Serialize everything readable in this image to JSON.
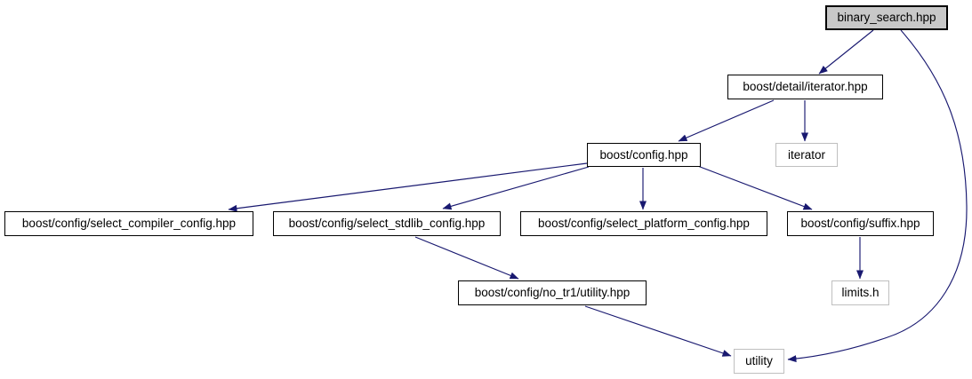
{
  "diagram": {
    "title": "include dependency graph for binary_search.hpp",
    "type": "doxygen-include-graph",
    "colors": {
      "background": "#ffffff",
      "edge": "#191970",
      "node_fill": "#ffffff",
      "node_border": "#000000",
      "current_node_fill": "#c8c8c8",
      "external_node_border": "#bfbfbf",
      "text": "#000000"
    },
    "nodes": [
      {
        "id": "binary_search",
        "label": "binary_search.hpp",
        "role": "current"
      },
      {
        "id": "detail_iterator",
        "label": "boost/detail/iterator.hpp",
        "role": "linked"
      },
      {
        "id": "iterator",
        "label": "iterator",
        "role": "external"
      },
      {
        "id": "config",
        "label": "boost/config.hpp",
        "role": "linked"
      },
      {
        "id": "select_compiler",
        "label": "boost/config/select_compiler_config.hpp",
        "role": "linked"
      },
      {
        "id": "select_stdlib",
        "label": "boost/config/select_stdlib_config.hpp",
        "role": "linked"
      },
      {
        "id": "select_platform",
        "label": "boost/config/select_platform_config.hpp",
        "role": "linked"
      },
      {
        "id": "suffix",
        "label": "boost/config/suffix.hpp",
        "role": "linked"
      },
      {
        "id": "no_tr1_utility",
        "label": "boost/config/no_tr1/utility.hpp",
        "role": "linked"
      },
      {
        "id": "limits",
        "label": "limits.h",
        "role": "external"
      },
      {
        "id": "utility",
        "label": "utility",
        "role": "external"
      }
    ],
    "edges": [
      {
        "from": "binary_search",
        "to": "detail_iterator"
      },
      {
        "from": "binary_search",
        "to": "utility"
      },
      {
        "from": "detail_iterator",
        "to": "config"
      },
      {
        "from": "detail_iterator",
        "to": "iterator"
      },
      {
        "from": "config",
        "to": "select_compiler"
      },
      {
        "from": "config",
        "to": "select_stdlib"
      },
      {
        "from": "config",
        "to": "select_platform"
      },
      {
        "from": "config",
        "to": "suffix"
      },
      {
        "from": "select_stdlib",
        "to": "no_tr1_utility"
      },
      {
        "from": "suffix",
        "to": "limits"
      },
      {
        "from": "no_tr1_utility",
        "to": "utility"
      }
    ]
  }
}
